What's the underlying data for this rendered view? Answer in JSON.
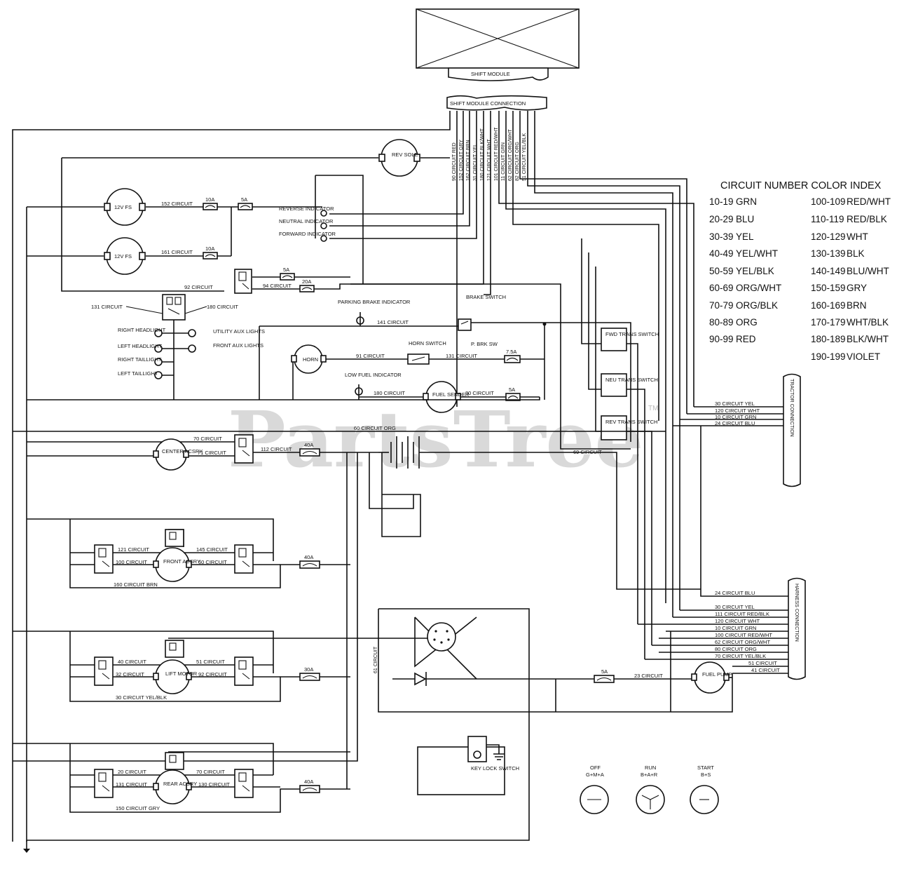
{
  "modules": {
    "shift_module": "SHIFT MODULE",
    "shift_module_connection": "SHIFT MODULE CONNECTION",
    "connector_top": "TRACTOR CONNECTION",
    "connector_bottom": "HARNESS CONNECTION"
  },
  "connector_wires": [
    "90 CIRCUIT RED",
    "152 CIRCUIT GRY",
    "162 CIRCUIT BRN",
    "31 CIRCUIT YEL",
    "180 CIRCUIT BLK/WHT",
    "121 CIRCUIT WHT",
    "101 CIRCUIT RED/WHT",
    "11 CIRCUIT GRN",
    "62 CIRCUIT ORG/WHT",
    "82 CIRCUIT ORG",
    "51 CIRCUIT YEL/BLK"
  ],
  "color_index": {
    "title": "CIRCUIT NUMBER COLOR INDEX",
    "rows": [
      {
        "range": "10-19",
        "color": "GRN"
      },
      {
        "range": "20-29",
        "color": "BLU"
      },
      {
        "range": "30-39",
        "color": "YEL"
      },
      {
        "range": "40-49",
        "color": "YEL/WHT"
      },
      {
        "range": "50-59",
        "color": "YEL/BLK"
      },
      {
        "range": "60-69",
        "color": "ORG/WHT"
      },
      {
        "range": "70-79",
        "color": "ORG/BLK"
      },
      {
        "range": "80-89",
        "color": "ORG"
      },
      {
        "range": "90-99",
        "color": "RED"
      },
      {
        "range": "100-109",
        "color": "RED/WHT"
      },
      {
        "range": "110-119",
        "color": "RED/BLK"
      },
      {
        "range": "120-129",
        "color": "WHT"
      },
      {
        "range": "130-139",
        "color": "BLK"
      },
      {
        "range": "140-149",
        "color": "BLU/WHT"
      },
      {
        "range": "150-159",
        "color": "GRY"
      },
      {
        "range": "160-169",
        "color": "BRN"
      },
      {
        "range": "170-179",
        "color": "WHT/BLK"
      },
      {
        "range": "180-189",
        "color": "BLK/WHT"
      },
      {
        "range": "190-199",
        "color": "VIOLET"
      }
    ]
  },
  "components": {
    "rev_sole": "REV SOLE",
    "motor_12v_1": "12V FS",
    "motor_12v_2": "12V FS",
    "fwd_switch": "FWD TRANS SWITCH",
    "neu_switch": "NEU TRANS SWITCH",
    "rev_switch": "REV TRANS SWITCH",
    "horn": "HORN",
    "horn_switch": "HORN SWITCH",
    "fuel_sender": "FUEL SENDER",
    "center_acsry": "CENTER ACSRY",
    "front_acsry": "FRONT ACSRY",
    "lift_motor": "LIFT MOTOR",
    "rear_acsry": "REAR ACSRY",
    "fuel_pump": "FUEL PUMP",
    "brake_switch": "BRAKE SWITCH",
    "parking_brake_indicator": "PARKING BRAKE INDICATOR",
    "low_fuel_indicator": "LOW FUEL INDICATOR",
    "p_brk_sw": "P. BRK SW",
    "key_switch": "KEY LOCK SWITCH",
    "reverse_indicator": "REVERSE INDICATOR",
    "neutral_indicator": "NEUTRAL INDICATOR",
    "forward_indicator": "FORWARD INDICATOR",
    "right_headlight": "RIGHT HEADLIGHT",
    "left_headlight": "LEFT HEADLIGHT",
    "right_taillight": "RIGHT TAILLIGHT",
    "left_taillight": "LEFT TAILLIGHT",
    "utility_aux_lights": "UTILITY AUX LIGHTS",
    "front_aux_lights": "FRONT AUX LIGHTS"
  },
  "circuits": {
    "c152": "152 CIRCUIT",
    "c161": "161 CIRCUIT",
    "c92": "92 CIRCUIT",
    "c94": "94 CIRCUIT",
    "c131": "131 CIRCUIT",
    "c180": "180 CIRCUIT",
    "c141": "141 CIRCUIT",
    "c91": "91 CIRCUIT",
    "c131b": "131 CIRCUIT",
    "c180b": "180 CIRCUIT",
    "c80": "80 CIRCUIT",
    "c70": "70 CIRCUIT",
    "c71": "71 CIRCUIT",
    "c112": "112 CIRCUIT",
    "c60": "60 CIRCUIT ORG",
    "c69": "69 CIRCUIT",
    "f_c121": "121 CIRCUIT",
    "f_c145": "145 CIRCUIT",
    "f_c100": "100 CIRCUIT",
    "f_c60": "60 CIRCUIT",
    "f_c160": "160 CIRCUIT BRN",
    "l_c40": "40 CIRCUIT",
    "l_c51": "51 CIRCUIT",
    "l_c32": "32 CIRCUIT",
    "l_c92": "92 CIRCUIT",
    "l_c30": "30 CIRCUIT YEL/BLK",
    "r_c20": "20 CIRCUIT",
    "r_c70": "70 CIRCUIT",
    "r_c131": "131 CIRCUIT",
    "r_c130": "130 CIRCUIT",
    "r_c150": "150 CIRCUIT GRY",
    "c61": "61 CIRCUIT",
    "c23": "23 CIRCUIT",
    "c41": "41 CIRCUIT"
  },
  "fuses": {
    "f1": "10A",
    "f2": "5A",
    "f3": "10A",
    "f4": "5A",
    "f5": "20A",
    "f6": "7.5A",
    "f7": "5A",
    "f8": "40A",
    "f9": "40A",
    "f10": "30A",
    "f11": "40A",
    "f12": "5A"
  },
  "harness_top": [
    "30 CIRCUIT YEL",
    "120 CIRCUIT WHT",
    "10 CIRCUIT GRN",
    "24 CIRCUIT BLU"
  ],
  "harness_bottom": [
    "24 CIRCUIT BLU",
    "30 CIRCUIT YEL",
    "111 CIRCUIT RED/BLK",
    "120 CIRCUIT WHT",
    "10 CIRCUIT GRN",
    "100 CIRCUIT RED/WHT",
    "62 CIRCUIT ORG/WHT",
    "80 CIRCUIT ORG",
    "70 CIRCUIT YEL/BLK",
    "51 CIRCUIT"
  ],
  "key_positions": [
    {
      "name": "OFF",
      "code": "G+M+A"
    },
    {
      "name": "RUN",
      "code": "B+A+R"
    },
    {
      "name": "START",
      "code": "B+S"
    }
  ],
  "watermark": "PartsTree",
  "watermark_tm": "TM"
}
